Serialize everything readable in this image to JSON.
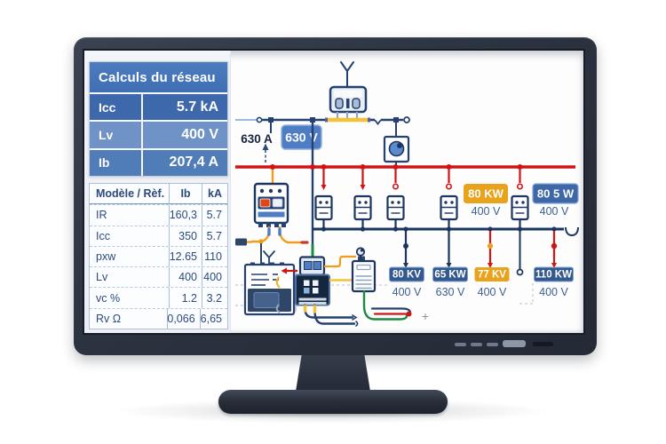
{
  "panel": {
    "summary": {
      "title": "Calculs du réseau",
      "rows": [
        {
          "label": "Icc",
          "value": "5.7 kA"
        },
        {
          "label": "Lv",
          "value": "400 V"
        },
        {
          "label": "Ib",
          "value": "207,4 A"
        }
      ]
    },
    "details": {
      "headers": {
        "model": "Modèle / Rèf.",
        "ib": "Ib",
        "ka": "kA"
      },
      "rows": [
        {
          "label": "IR",
          "ib": "160,3",
          "ka": "5.7"
        },
        {
          "label": "Icc",
          "ib": "350",
          "ka": "5.7"
        },
        {
          "label": "pxw",
          "ib": "12.65",
          "ka": "110"
        },
        {
          "label": "Lv",
          "ib": "400",
          "ka": "400"
        },
        {
          "label": "vc %",
          "ib": "1.2",
          "ka": "3.2"
        },
        {
          "label": "Rv Ω",
          "ib": "0,066",
          "ka": "6,65"
        }
      ]
    }
  },
  "diagram": {
    "incomer": {
      "current": "630 A",
      "voltage_badge": "630 V"
    },
    "feeders": [
      {
        "label": "80 KW",
        "voltage": "400 V",
        "color": "#e9a21b"
      },
      {
        "label": "80 5 W",
        "voltage": "400 V",
        "color": "#3d67a6"
      }
    ],
    "loads": [
      {
        "label": "80 KV",
        "voltage": "400 V",
        "color": "#34598f"
      },
      {
        "label": "65 KW",
        "voltage": "630 V",
        "color": "#34598f"
      },
      {
        "label": "77 KV",
        "voltage": "400 V",
        "color": "#e9a21b"
      },
      {
        "label": "110 KW",
        "voltage": "400 V",
        "color": "#34598f"
      }
    ],
    "plus_sign": "+"
  },
  "colors": {
    "hv_bus": "#d01414",
    "lv_bus": "#1c3660",
    "wire_orange": "#f09d1c",
    "wire_yellow": "#f3c335",
    "wire_green": "#1d8a44",
    "badge_blue": "#34598f",
    "badge_orange": "#e9a21b",
    "accent_blue": "#4f7dc3"
  }
}
